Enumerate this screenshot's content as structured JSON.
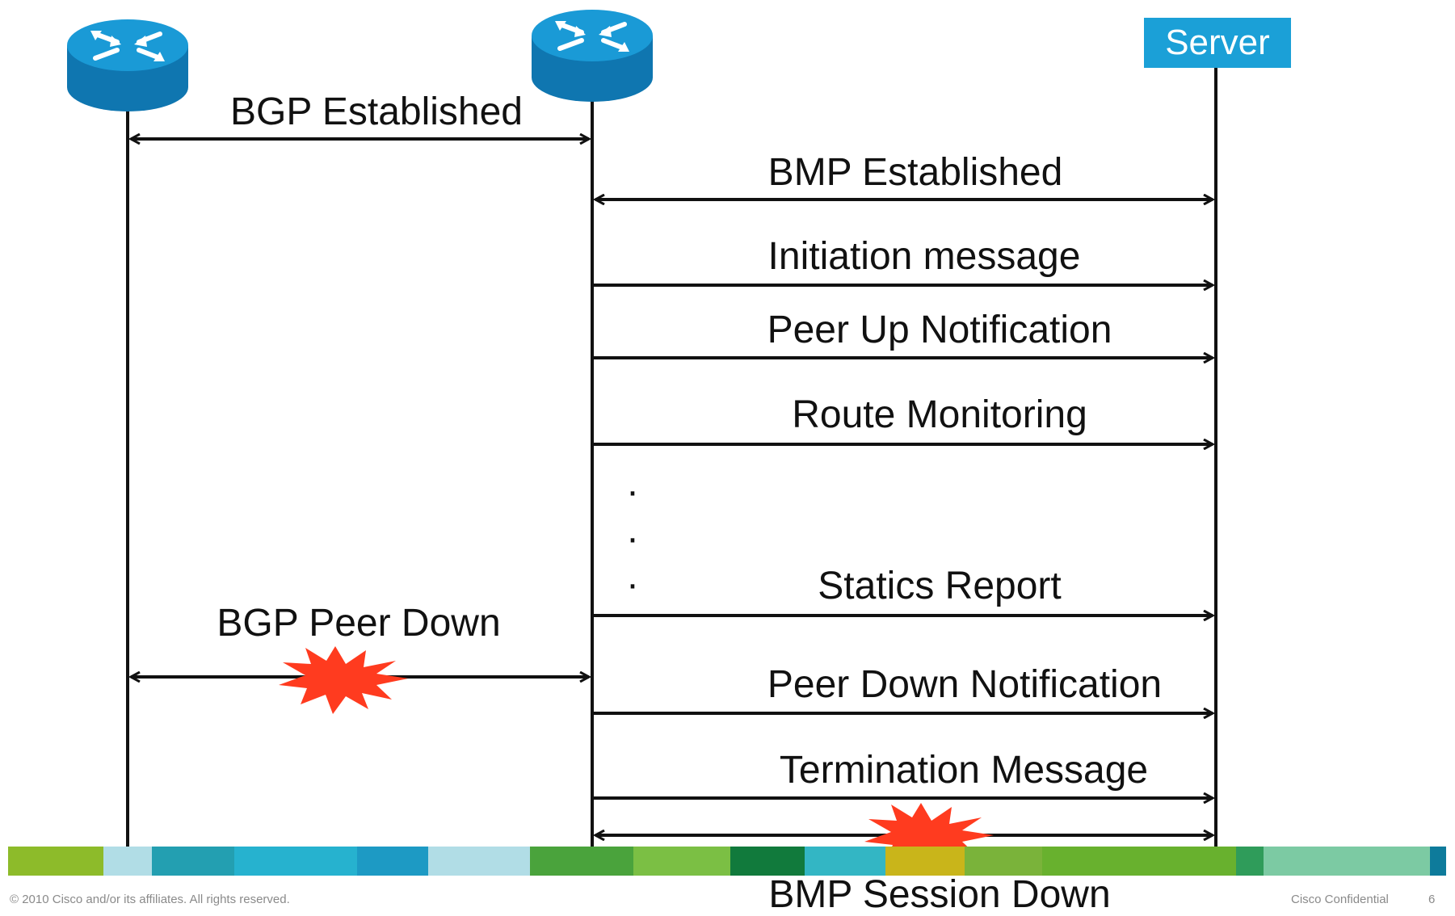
{
  "server_label": "Server",
  "messages": {
    "bgp_established": "BGP Established",
    "bmp_established": "BMP Established",
    "initiation": "Initiation message",
    "peer_up": "Peer Up Notification",
    "route_monitoring": "Route Monitoring",
    "statics_report": "Statics Report",
    "bgp_peer_down": "BGP Peer Down",
    "peer_down_notification": "Peer Down Notification",
    "termination": "Termination Message",
    "bmp_session_down": "BMP Session Down"
  },
  "ellipsis_dot": "·",
  "footer": {
    "copyright": "© 2010 Cisco and/or its affiliates. All rights reserved.",
    "confidential": "Cisco Confidential",
    "page_number": "6"
  },
  "colors": {
    "router_top": "#1a9ad6",
    "router_side": "#0f76b0",
    "server_box": "#1ba0d7",
    "explosion": "#ff3b1f",
    "line": "#111111"
  }
}
